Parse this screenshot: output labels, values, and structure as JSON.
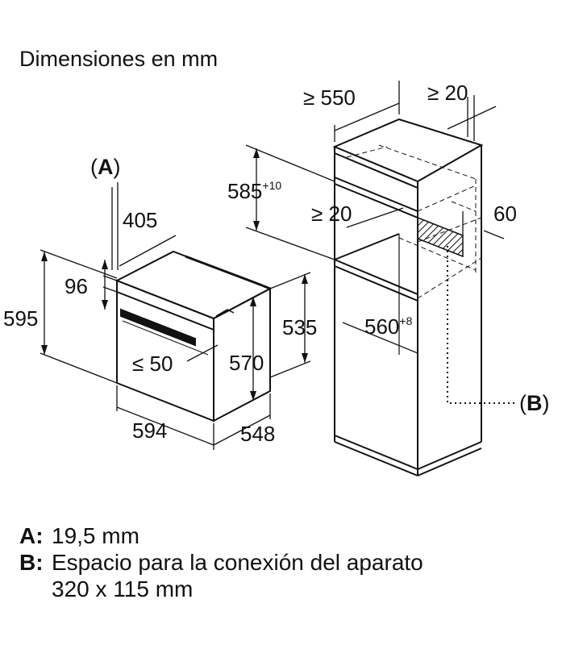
{
  "title": "Dimensiones en mm",
  "dimensions": {
    "d405": "405",
    "d96": "96",
    "d595": "595",
    "d535": "535",
    "d570": "570",
    "d594": "594",
    "d548": "548",
    "d_le50": "≤ 50",
    "d_ge550": "≥ 550",
    "d_ge20_top": "≥ 20",
    "d_ge20_mid": "≥ 20",
    "d585": "585",
    "d585_sup": "+10",
    "d560": "560",
    "d560_sup": "+8",
    "d60": "60"
  },
  "callouts": {
    "a_label": "(A)",
    "a_letter": "A",
    "b_label": "(B)",
    "b_letter": "B",
    "open_paren": "(",
    "close_paren": ")"
  },
  "legend": {
    "a_key": "A:",
    "a_text": "19,5 mm",
    "b_key": "B:",
    "b_text": "Espacio para la conexión del aparato",
    "b_text2": "320 x 115 mm"
  }
}
